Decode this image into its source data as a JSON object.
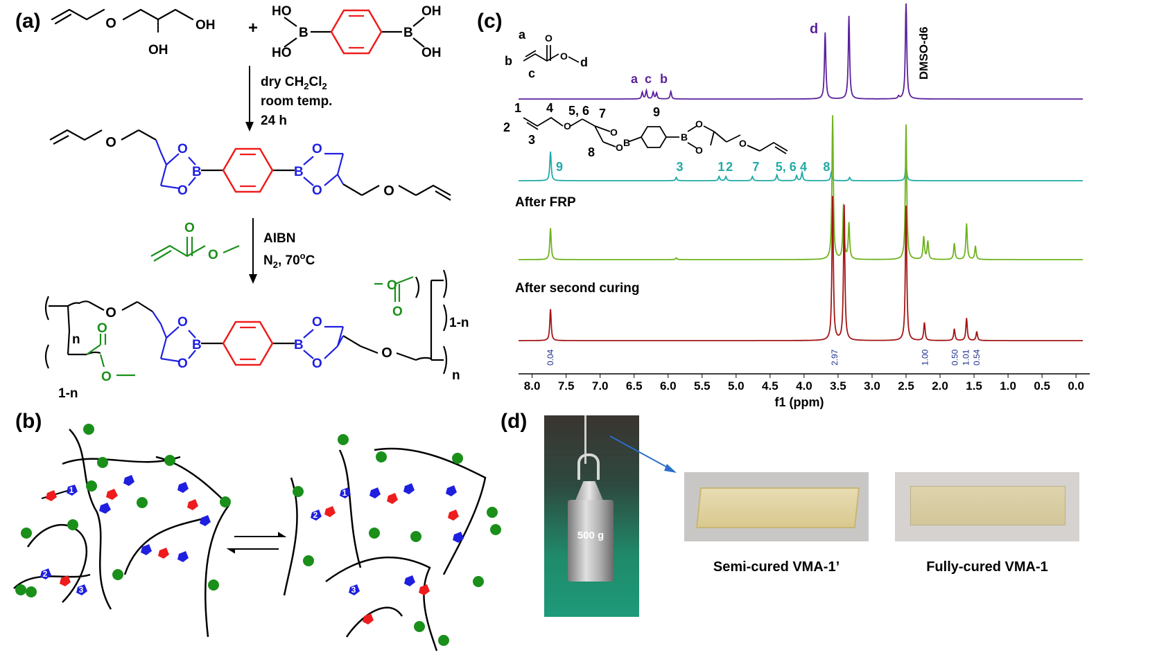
{
  "panels": {
    "a": {
      "label": "(a)",
      "reactant1_oh1": "OH",
      "reactant1_oh2": "OH",
      "plus": "+",
      "boronic_ho1": "HO",
      "boronic_ho2": "HO",
      "boronic_oh1": "OH",
      "boronic_oh2": "OH",
      "boronic_b1": "B",
      "boronic_b2": "B",
      "step1_line1": "dry CH",
      "step1_sub1": "2",
      "step1_cl": "Cl",
      "step1_sub2": "2",
      "step1_line2": "room temp.",
      "step1_line3": "24 h",
      "atom_o": "O",
      "atom_b": "B",
      "step2_line1": "AIBN",
      "step2_n": "N",
      "step2_sub": "2",
      "step2_temp": ", 70",
      "step2_sup": "o",
      "step2_c": "C",
      "poly_n": "n",
      "poly_1n": "1-n"
    },
    "b": {
      "label": "(b)",
      "site1": "1",
      "site2": "2",
      "site3": "3"
    },
    "c": {
      "label": "(c)",
      "ma_a": "a",
      "ma_b": "b",
      "ma_c": "c",
      "ma_d": "d",
      "peak_d": "d",
      "peak_a": "a",
      "peak_c": "c",
      "peak_b": "b",
      "solvent": "DMSO-d6",
      "mono_labels": [
        "1",
        "4",
        "5, 6",
        "7",
        "9",
        "2",
        "3",
        "8"
      ],
      "mono_peak_labels": [
        "9",
        "3",
        "1",
        "2",
        "7",
        "5, 6",
        "4",
        "8"
      ],
      "trace3_title": "After FRP",
      "trace4_title": "After second curing",
      "integrals": [
        "0.04",
        "2.97",
        "1.00",
        "0.50",
        "1.01",
        "0.54"
      ],
      "xlabel": "f1 (ppm)"
    },
    "d": {
      "label": "(d)",
      "weight_label": "500 g",
      "sample1": "Semi-cured VMA-1’",
      "sample2": "Fully-cured VMA-1"
    }
  },
  "colors": {
    "purple": "#5b1f9c",
    "teal": "#21aaa6",
    "green": "#6fb21e",
    "darkred": "#a31515",
    "blue_struct": "#1f1fe0",
    "red_struct": "#ee1c1c",
    "green_struct": "#1a8f1a",
    "integral_blue": "#1f2f8f"
  },
  "chart_data": {
    "type": "line",
    "xlabel": "f1 (ppm)",
    "xlim": [
      8.2,
      -0.1
    ],
    "xticks": [
      "8.0",
      "7.5",
      "7.0",
      "6.5",
      "6.0",
      "5.5",
      "5.0",
      "4.5",
      "4.0",
      "3.5",
      "3.0",
      "2.5",
      "2.0",
      "1.5",
      "1.0",
      "0.5",
      "0.0"
    ],
    "series": [
      {
        "name": "",
        "peaks": [
          [
            6.38,
            0.08
          ],
          [
            6.32,
            0.1
          ],
          [
            6.22,
            0.08
          ],
          [
            6.17,
            0.07
          ],
          [
            5.96,
            0.09
          ],
          [
            3.69,
            0.8
          ],
          [
            3.34,
            1.0
          ],
          [
            2.61,
            0.03
          ],
          [
            2.5,
            1.2
          ]
        ]
      },
      {
        "name": "",
        "peaks": [
          [
            7.73,
            0.35
          ],
          [
            5.88,
            0.04
          ],
          [
            5.25,
            0.05
          ],
          [
            5.15,
            0.05
          ],
          [
            4.76,
            0.05
          ],
          [
            4.4,
            0.07
          ],
          [
            4.11,
            0.06
          ],
          [
            4.03,
            0.1
          ],
          [
            3.6,
            0.1
          ],
          [
            3.33,
            0.04
          ],
          [
            2.5,
            0.2
          ]
        ]
      },
      {
        "name": "After FRP",
        "peaks": [
          [
            7.73,
            0.35
          ],
          [
            5.88,
            0.02
          ],
          [
            3.58,
            1.6
          ],
          [
            3.42,
            0.6
          ],
          [
            3.34,
            0.4
          ],
          [
            2.5,
            1.5
          ],
          [
            2.24,
            0.25
          ],
          [
            2.18,
            0.2
          ],
          [
            1.79,
            0.18
          ],
          [
            1.61,
            0.4
          ],
          [
            1.48,
            0.15
          ]
        ]
      },
      {
        "name": "After second curing",
        "peaks": [
          [
            7.73,
            0.35
          ],
          [
            3.58,
            1.6
          ],
          [
            3.41,
            1.5
          ],
          [
            2.5,
            1.5
          ],
          [
            2.23,
            0.2
          ],
          [
            1.79,
            0.13
          ],
          [
            1.61,
            0.25
          ],
          [
            1.46,
            0.1
          ]
        ]
      }
    ],
    "integrals": [
      {
        "ppm": 7.73,
        "value": "0.04"
      },
      {
        "ppm": 3.55,
        "value": "2.97"
      },
      {
        "ppm": 2.22,
        "value": "1.00"
      },
      {
        "ppm": 1.78,
        "value": "0.50"
      },
      {
        "ppm": 1.62,
        "value": "1.01"
      },
      {
        "ppm": 1.46,
        "value": "0.54"
      }
    ]
  }
}
